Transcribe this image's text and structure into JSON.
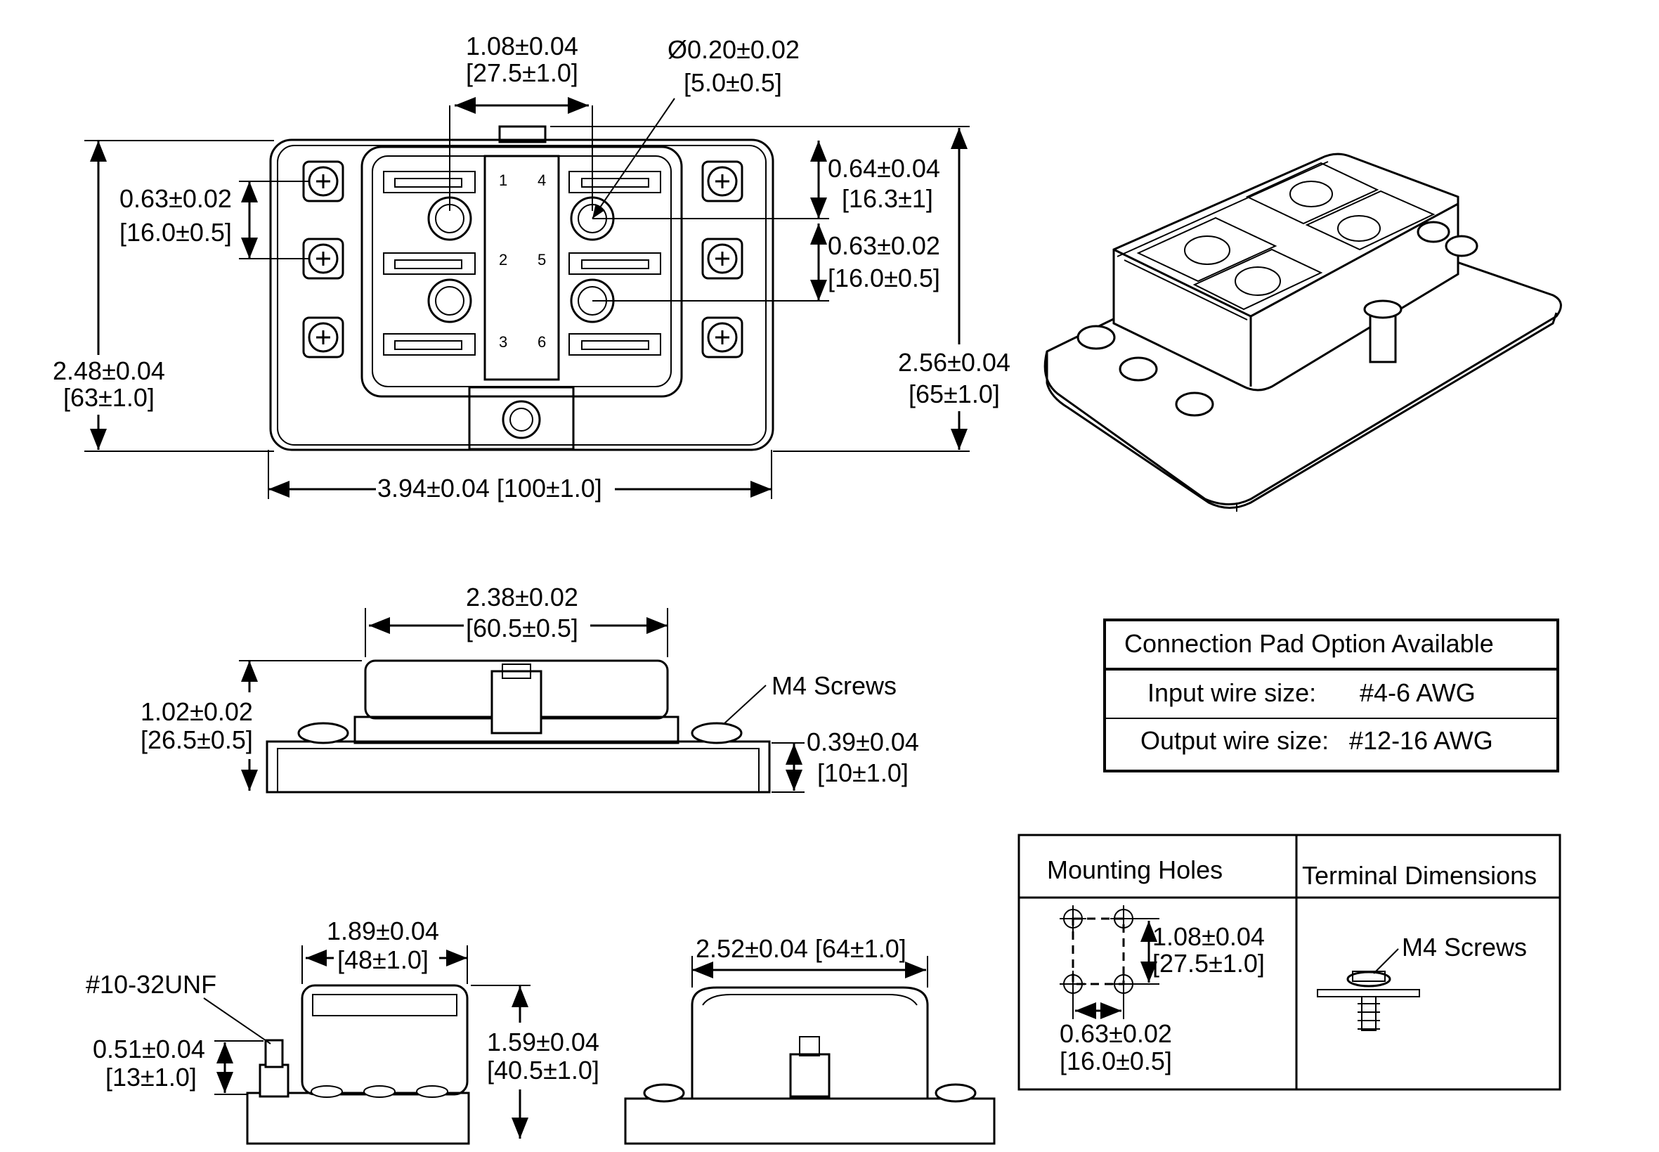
{
  "top_view": {
    "width_between_holes": "1.08±0.04",
    "width_between_holes_mm": "[27.5±1.0]",
    "hole_diameter": "Ø0.20±0.02",
    "hole_diameter_mm": "[5.0±0.5]",
    "pitch_left": "0.63±0.02",
    "pitch_left_mm": "[16.0±0.5]",
    "hole_top_offset": "0.64±0.04",
    "hole_top_offset_mm": "[16.3±1]",
    "pitch_right": "0.63±0.02",
    "pitch_right_mm": "[16.0±0.5]",
    "body_height": "2.48±0.04",
    "body_height_mm": "[63±1.0]",
    "total_height": "2.56±0.04",
    "total_height_mm": "[65±1.0]",
    "overall_width": "3.94±0.04 [100±1.0]",
    "slot_labels": [
      "1",
      "2",
      "3",
      "4",
      "5",
      "6"
    ]
  },
  "side_view": {
    "cover_width": "2.38±0.02",
    "cover_width_mm": "[60.5±0.5]",
    "height": "1.02±0.02",
    "height_mm": "[26.5±0.5]",
    "screws_label": "M4 Screws",
    "base_height": "0.39±0.04",
    "base_height_mm": "[10±1.0]"
  },
  "end_view": {
    "stud_label": "#10-32UNF",
    "cover_width": "1.89±0.04",
    "cover_width_mm": "[48±1.0]",
    "height": "1.59±0.04",
    "height_mm": "[40.5±1.0]",
    "stud_height": "0.51±0.04",
    "stud_height_mm": "[13±1.0]"
  },
  "front_view": {
    "width": "2.52±0.04 [64±1.0]"
  },
  "connection_table": {
    "title": "Connection Pad Option Available",
    "input_label": "Input wire size:",
    "input_value": "#4-6 AWG",
    "output_label": "Output wire size:",
    "output_value": "#12-16 AWG"
  },
  "mounting_table": {
    "col1_header": "Mounting Holes",
    "col2_header": "Terminal Dimensions",
    "hole_vertical": "1.08±0.04",
    "hole_vertical_mm": "[27.5±1.0]",
    "hole_horizontal": "0.63±0.02",
    "hole_horizontal_mm": "[16.0±0.5]",
    "terminal_label": "M4 Screws"
  }
}
